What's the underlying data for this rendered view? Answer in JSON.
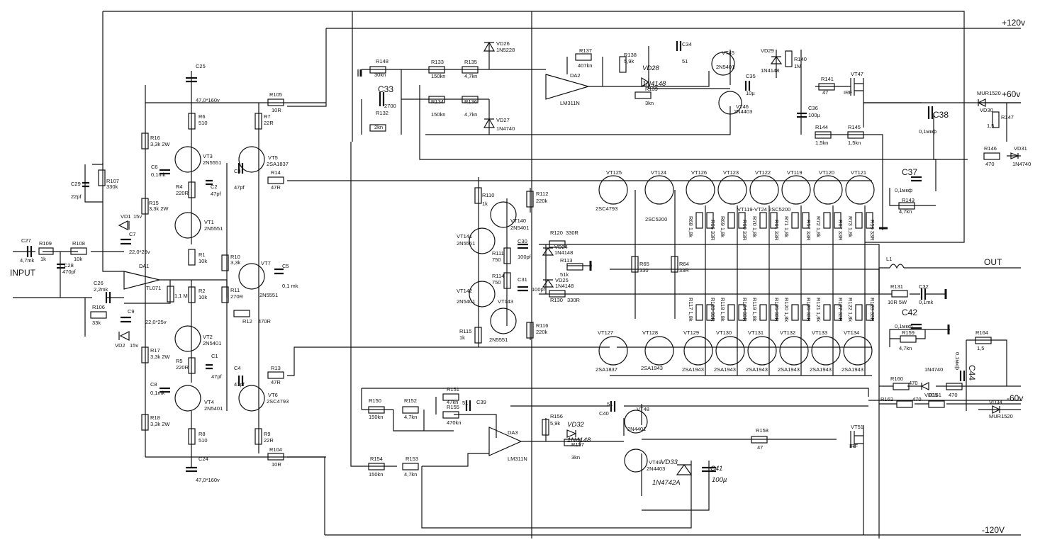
{
  "rails": {
    "pos120": "+120v",
    "pos60": "+60v",
    "neg60": "-60v",
    "neg120": "-120V"
  },
  "io": {
    "input": "INPUT",
    "output": "OUT"
  },
  "components": {
    "c27": [
      "C27",
      "4,7mk"
    ],
    "r109": [
      "R109",
      "1k"
    ],
    "r108": [
      "R108",
      "10k"
    ],
    "c28": [
      "C28",
      "470pf"
    ],
    "c29": [
      "C29",
      "22pf"
    ],
    "r107": [
      "R107",
      "330k"
    ],
    "c26": [
      "C26",
      "2,2mk"
    ],
    "r106": [
      "R106",
      "33k"
    ],
    "c25": [
      "C25",
      "47,0*160v"
    ],
    "c24": [
      "C24",
      "47,0*160v"
    ],
    "r6": [
      "R6",
      "510"
    ],
    "r16": [
      "R16",
      "3,3k 2W"
    ],
    "vt3": [
      "VT3",
      "2N5551"
    ],
    "c6": [
      "C6",
      "0,1mk"
    ],
    "r4": [
      "R4",
      "220R"
    ],
    "c2": [
      "C2",
      "47pf"
    ],
    "r15": [
      "R15",
      "3,3k 2W"
    ],
    "vt1": [
      "VT1",
      "2N5551"
    ],
    "vd1": [
      "VD1",
      "15v"
    ],
    "c7": [
      "C7",
      "22,0*25v"
    ],
    "da1": [
      "DA1",
      "TL071"
    ],
    "r1": [
      "R1",
      "10k"
    ],
    "r2": [
      "R2",
      "10k"
    ],
    "r_1m": [
      "",
      "1,1 M"
    ],
    "c9": [
      "C9",
      "22,0*25v"
    ],
    "vd2": [
      "VD2",
      "15v"
    ],
    "vt2": [
      "VT2",
      "2N5401"
    ],
    "r17": [
      "R17",
      "3,3k 2W"
    ],
    "r5": [
      "R5",
      "220R"
    ],
    "c1": [
      "C1",
      "47pf"
    ],
    "c8": [
      "C8",
      "0,1mk"
    ],
    "vt4": [
      "VT4",
      "2N5401"
    ],
    "r18": [
      "R18",
      "3,3k 2W"
    ],
    "r8": [
      "R8",
      "510"
    ],
    "r105": [
      "R105",
      "10R"
    ],
    "r7": [
      "R7",
      "22R"
    ],
    "vt5": [
      "VT5",
      "2SA1837"
    ],
    "c3": [
      "C3",
      "47pf"
    ],
    "r14": [
      "R14",
      "47R"
    ],
    "r10": [
      "R10",
      "3,3k"
    ],
    "vt7": [
      "VT7",
      "2N5551"
    ],
    "r11": [
      "R11",
      "270R"
    ],
    "r12": [
      "R12",
      "470R"
    ],
    "c5": [
      "C5",
      "0,1 mk"
    ],
    "c4": [
      "C4",
      "47pf"
    ],
    "r13": [
      "R13",
      "47R"
    ],
    "vt6": [
      "VT6",
      "2SC4793"
    ],
    "r9": [
      "R9",
      "22R"
    ],
    "r104": [
      "R104",
      "10R"
    ],
    "r148": [
      "R148",
      "30kn"
    ],
    "c33": [
      "C33",
      "2700"
    ],
    "r132": [
      "R132",
      "2kn"
    ],
    "r133": [
      "R133",
      "150kn"
    ],
    "r135": [
      "R135",
      "4,7kn"
    ],
    "r134": [
      "R134",
      "150kn"
    ],
    "r136": [
      "R136",
      "4,7kn"
    ],
    "vd26": [
      "VD26",
      "1N5228"
    ],
    "vd27": [
      "VD27",
      "1N4740"
    ],
    "r137": [
      "R137",
      "407kn"
    ],
    "da2": [
      "DA2",
      "LM311N"
    ],
    "r138": [
      "R138",
      "5,9k"
    ],
    "vd28": [
      "VD28",
      "1N4148"
    ],
    "r139": [
      "R139",
      "3kn"
    ],
    "c34": [
      "C34",
      "51"
    ],
    "vt45": [
      "VT45",
      "2N5401"
    ],
    "vt46": [
      "VT46",
      "2N4403"
    ],
    "c35": [
      "C35",
      "10µ"
    ],
    "vd29": [
      "VD29",
      "1N4148"
    ],
    "r140": [
      "R140",
      "1M"
    ],
    "c36": [
      "C36",
      "100µ"
    ],
    "r141": [
      "R141",
      "47"
    ],
    "vt47": [
      "VT47",
      "IRF"
    ],
    "r144": [
      "R144",
      "1,5kn"
    ],
    "r145": [
      "R145",
      "1,5kn"
    ],
    "vd30": [
      "VD30",
      "MUR1520"
    ],
    "c38": [
      "C38",
      "0,1мкф"
    ],
    "r142": [
      "R147",
      "1,5"
    ],
    "r146": [
      "R146",
      "470"
    ],
    "vd31": [
      "VD31",
      "1N4740"
    ],
    "c37": [
      "C37",
      "0,1мкф"
    ],
    "r143": [
      "R143",
      "4,7kn"
    ],
    "r110": [
      "R110",
      "1k"
    ],
    "vt140": [
      "VT140",
      "2N5401"
    ],
    "vt141": [
      "VT141",
      "2N5551"
    ],
    "r111": [
      "R111",
      "750"
    ],
    "c30": [
      "C30",
      "100pf"
    ],
    "r112": [
      "R112",
      "220k"
    ],
    "r120": [
      "R120",
      "330R"
    ],
    "vd24": [
      "VD24",
      "1N4148"
    ],
    "r113": [
      "R113",
      "51k"
    ],
    "r114": [
      "R114",
      "750"
    ],
    "c31": [
      "C31",
      "100pf"
    ],
    "vd25": [
      "VD25",
      "1N4148"
    ],
    "r130": [
      "R130",
      "330R"
    ],
    "vt142": [
      "VT142",
      "2N5401"
    ],
    "vt143": [
      "VT143",
      "2N5551"
    ],
    "r115": [
      "R115",
      "1k"
    ],
    "r116": [
      "R116",
      "220k"
    ],
    "vt125": [
      "VT125",
      "2SC4793"
    ],
    "vt124": [
      "VT124",
      "2SC5200"
    ],
    "vt_group_n": "VT119-VT24 2SC5200",
    "npn_outputs": [
      "VT126",
      "VT123",
      "VT122",
      "VT119",
      "VT120",
      "VT121"
    ],
    "upper_emitter_r": [
      "R68 1,8k",
      "R66 33R",
      "R69 1,8k",
      "R60 33R",
      "R70 1,8k",
      "R61 33R",
      "R71 1,8k",
      "R57 33R",
      "R72 1,8k",
      "R67 33R",
      "R73 1,8k",
      "R59 33R"
    ],
    "lower_emitter_r": [
      "R117 1,8k",
      "R123 33R",
      "R118 1,8k",
      "R124 33R",
      "R119 1,8k",
      "R125 33R",
      "R120 1,8k",
      "R126 33R",
      "R121 1,8k",
      "R127 33R",
      "R122 1,8k",
      "R128 33R"
    ],
    "r65": [
      "R65",
      "330"
    ],
    "r64": [
      "R64",
      "33R"
    ],
    "vt127": [
      "VT127",
      "2SA1837"
    ],
    "vt128": [
      "VT128",
      "2SA1943"
    ],
    "pnp_outputs": [
      [
        "VT129",
        "2SA1943"
      ],
      [
        "VT130",
        "2SA1943"
      ],
      [
        "VT131",
        "2SA1943"
      ],
      [
        "VT132",
        "2SA1943"
      ],
      [
        "VT133",
        "2SA1943"
      ],
      [
        "VT134",
        "2SA1943"
      ]
    ],
    "l1": [
      "L1",
      ""
    ],
    "r131": [
      "R131",
      "10R 5W"
    ],
    "c32": [
      "C32",
      "0,1mk"
    ],
    "c42": [
      "C42",
      "0,1мкф"
    ],
    "r159": [
      "R159",
      "4,7kn"
    ],
    "r164": [
      "R164",
      "1,5"
    ],
    "c44": [
      "C44",
      "0,1мкф"
    ],
    "r160": [
      "R160",
      "470"
    ],
    "vd35": [
      "VD35",
      "1N4740"
    ],
    "r161": [
      "R161",
      "470"
    ],
    "r162": [
      "R162",
      "470"
    ],
    "vd34": [
      "VD34",
      "MUR1520"
    ],
    "r150": [
      "R150",
      "150kn"
    ],
    "r152": [
      "R152",
      "4,7kn"
    ],
    "r151": [
      "R151",
      "47kn"
    ],
    "r155": [
      "R155",
      "470kn"
    ],
    "c39": [
      "C39",
      "51"
    ],
    "da3": [
      "DA3",
      "LM311N"
    ],
    "r154": [
      "R154",
      "150kn"
    ],
    "r153": [
      "R153",
      "4,7kn"
    ],
    "r156": [
      "R156",
      "5,9k"
    ],
    "vd32": [
      "VD32",
      "1N4148"
    ],
    "r157": [
      "R157",
      "3kn"
    ],
    "c40": [
      "C40",
      "51"
    ],
    "vt48": [
      "VT48",
      "2N4401"
    ],
    "vt49": [
      "VT49",
      "2N4403"
    ],
    "vd33": [
      "VD33",
      "1N4742A"
    ],
    "c41": [
      "C41",
      "100µ"
    ],
    "r158": [
      "R158",
      "47"
    ],
    "vt51": [
      "VT51",
      "IRF"
    ]
  }
}
